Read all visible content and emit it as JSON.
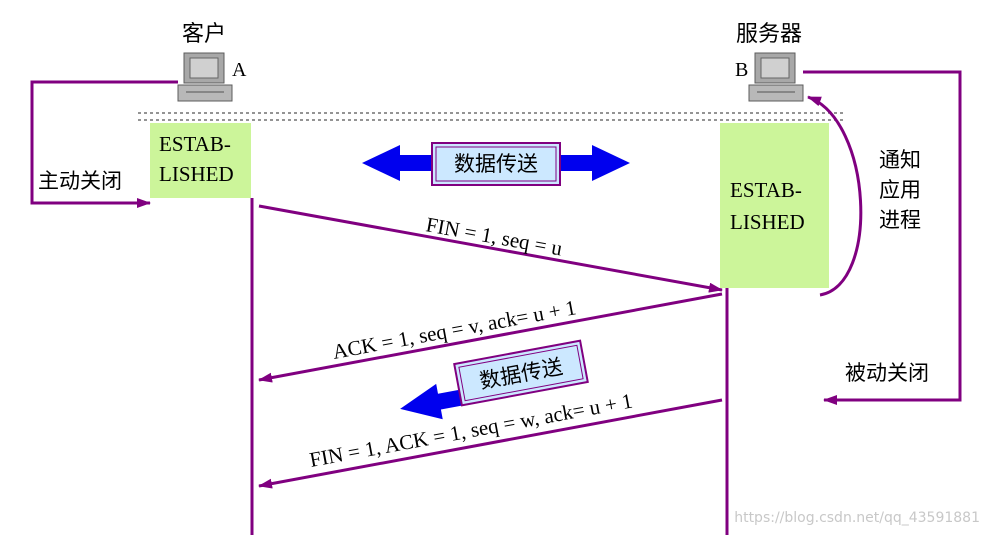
{
  "client": {
    "title": "客户",
    "letter": "A",
    "state": "ESTAB-\nLISHED"
  },
  "server": {
    "title": "服务器",
    "letter": "B",
    "state": "ESTAB-\nLISHED"
  },
  "labels": {
    "active_close": "主动关闭",
    "notify_process": "通知\n应用\n进程",
    "passive_close": "被动关闭",
    "data_transfer_top": "数据传送",
    "data_transfer_mid": "数据传送"
  },
  "messages": [
    {
      "id": "fin1",
      "text": "FIN = 1, seq = u"
    },
    {
      "id": "ack1",
      "text": "ACK = 1, seq = v, ack= u + 1"
    },
    {
      "id": "fin2",
      "text": "FIN = 1, ACK = 1, seq = w, ack= u + 1"
    }
  ],
  "watermark": "https://blog.csdn.net/qq_43591881",
  "colors": {
    "purple": "#800080",
    "state_box": "#ccf59a",
    "blue_arrow": "#0000ee",
    "tag_fill": "#cce8ff",
    "tag_border": "#800080"
  }
}
